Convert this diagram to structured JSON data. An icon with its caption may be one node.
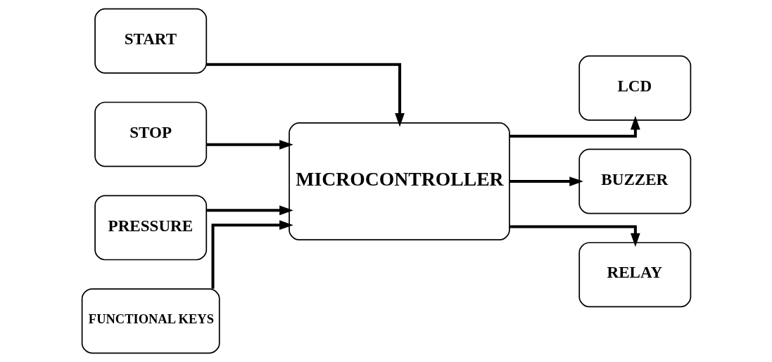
{
  "diagram": {
    "nodes": [
      {
        "text": [
          "START"
        ]
      },
      {
        "text": [
          "STOP"
        ]
      },
      {
        "text": [
          "PRESSURE"
        ]
      },
      {
        "text": [
          "FUNCTIONAL KEYS"
        ]
      },
      {
        "text": [
          "MICROCONTROLLER"
        ]
      },
      {
        "text": [
          "LCD"
        ]
      },
      {
        "text": [
          "BUZZER"
        ]
      },
      {
        "text": [
          "RELAY"
        ]
      }
    ],
    "edges": [
      {
        "from": 0,
        "to": 4,
        "arrow": "to"
      },
      {
        "from": 1,
        "to": 4,
        "arrow": "to"
      },
      {
        "from": 2,
        "to": 4,
        "arrow": "to"
      },
      {
        "from": 3,
        "to": 4,
        "arrow": "to"
      },
      {
        "from": 4,
        "to": 5,
        "arrow": "to"
      },
      {
        "from": 4,
        "to": 6,
        "arrow": "to"
      },
      {
        "from": 4,
        "to": 7,
        "arrow": "to"
      }
    ]
  }
}
